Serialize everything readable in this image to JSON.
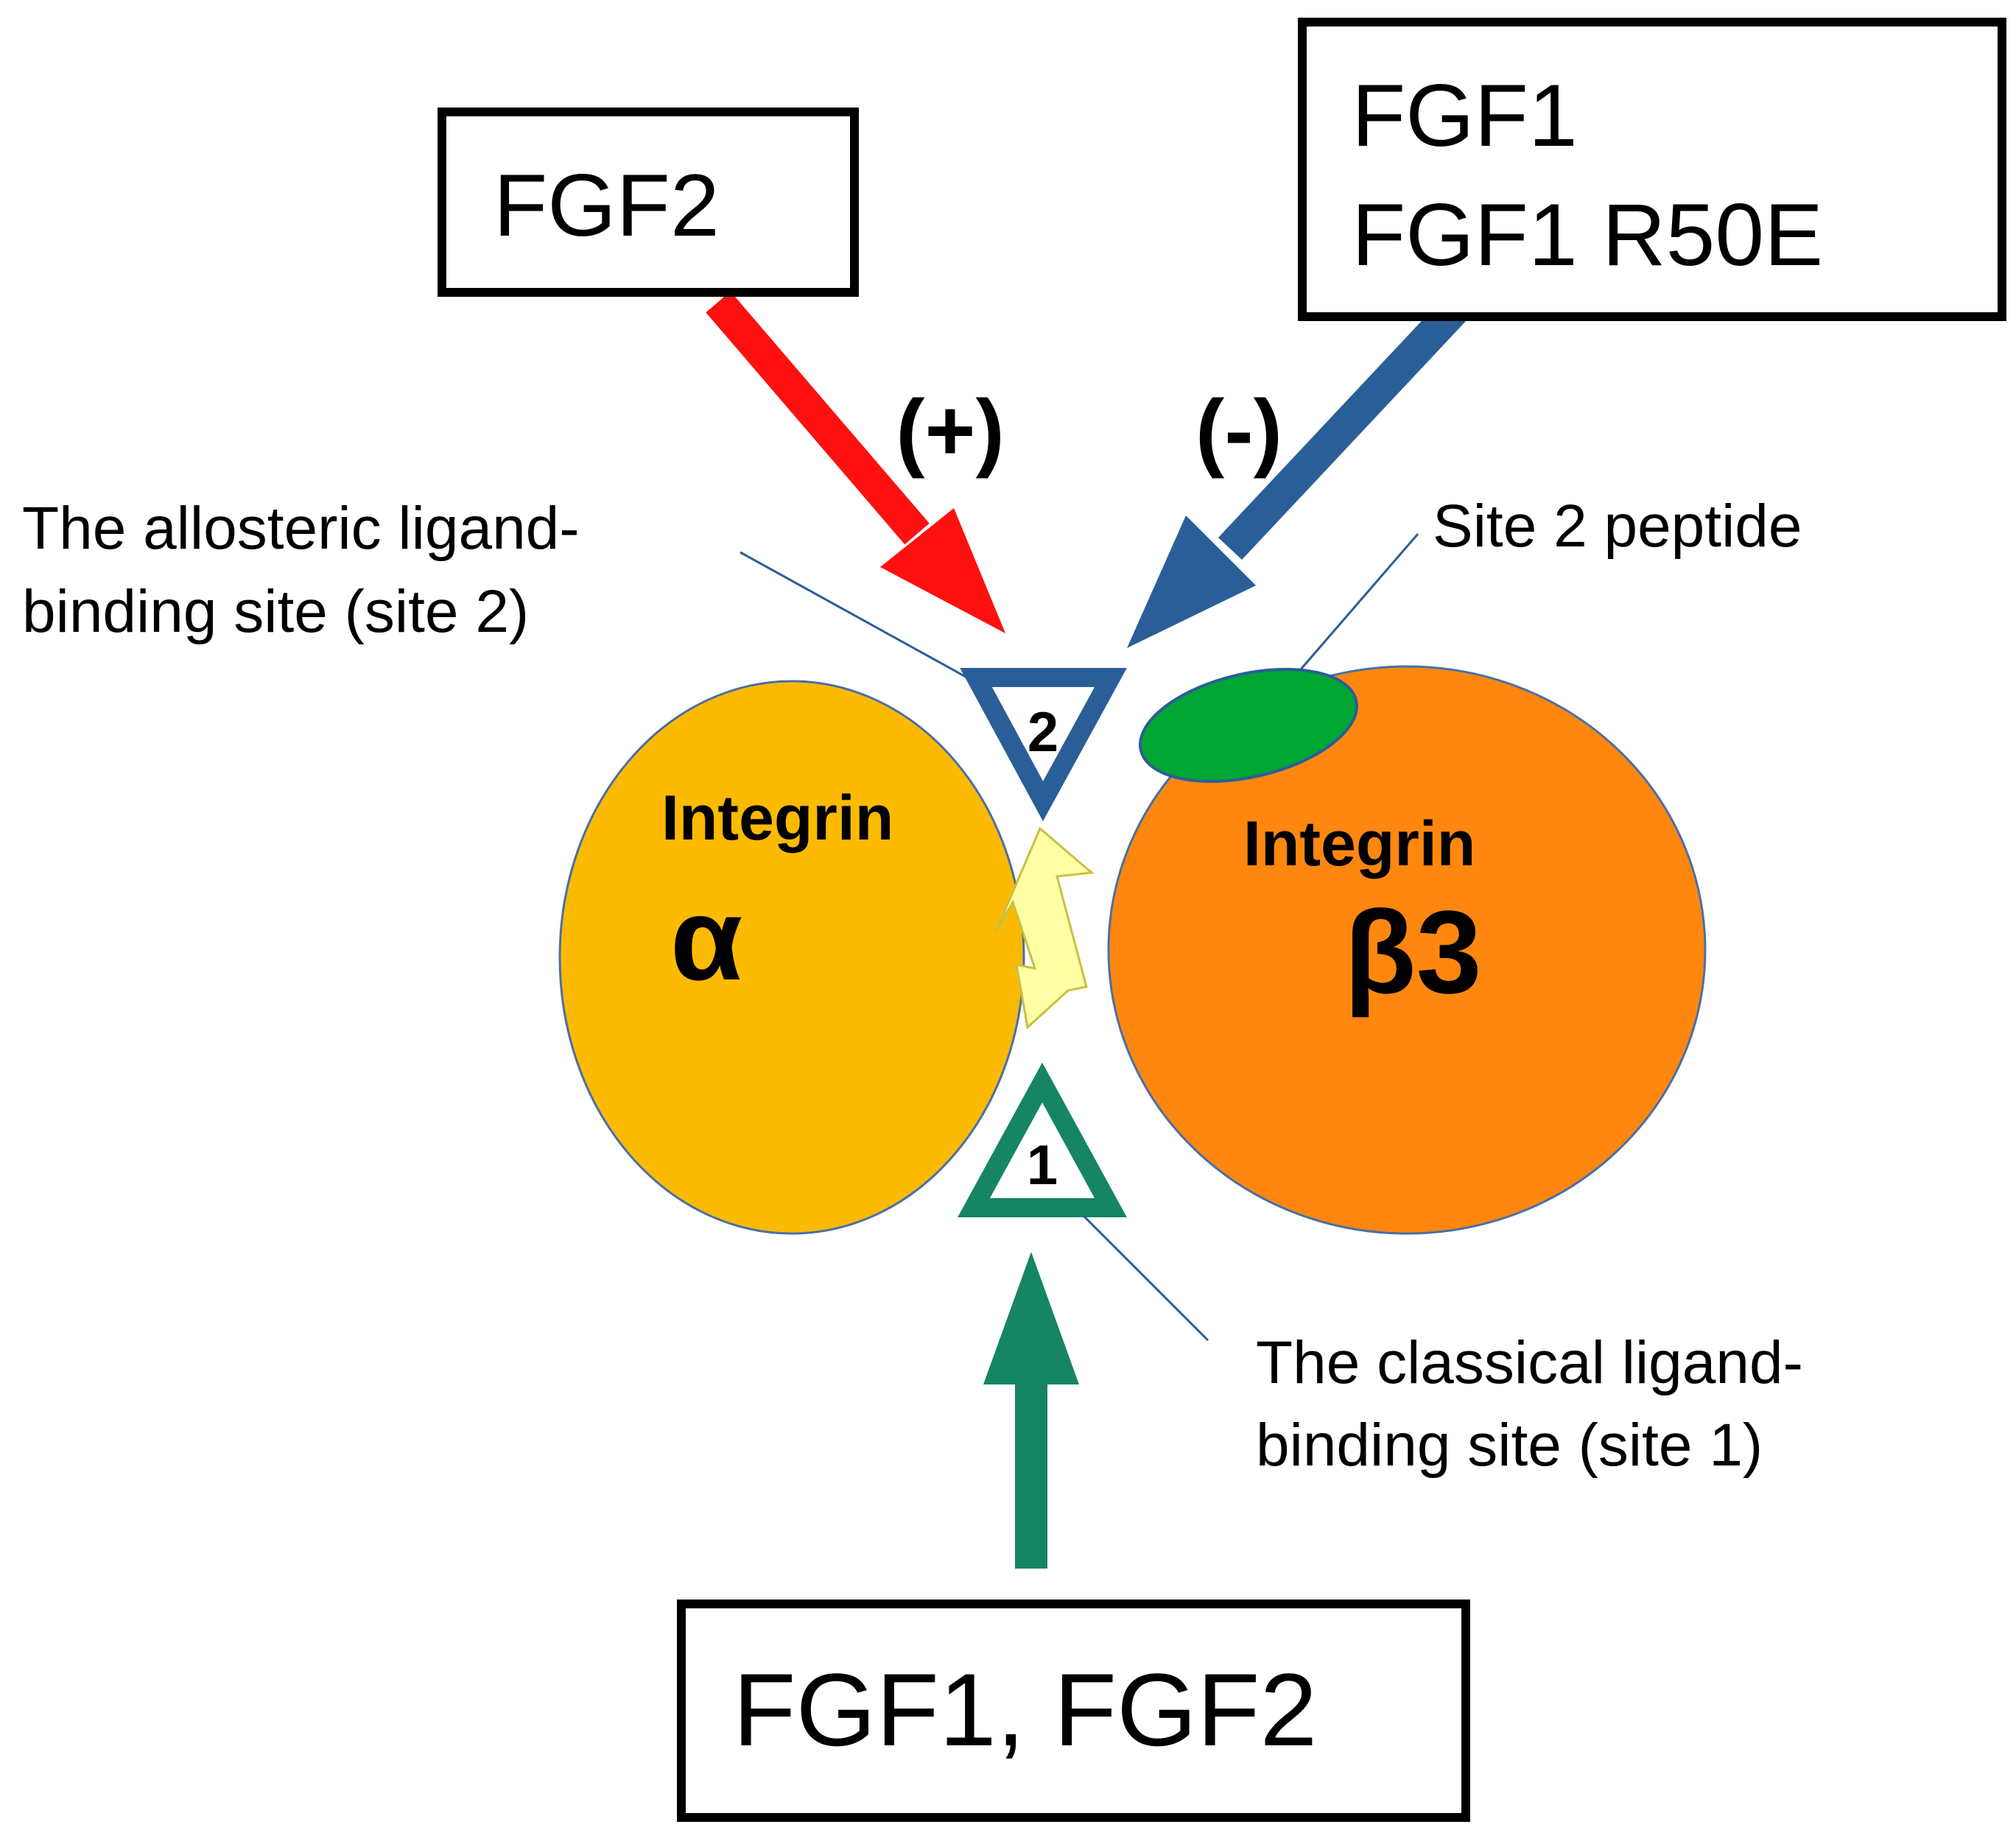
{
  "boxes": {
    "top_left": {
      "line1": "FGF2"
    },
    "top_right": {
      "line1": "FGF1",
      "line2": "FGF1 R50E"
    },
    "bottom": {
      "line1": "FGF1, FGF2"
    }
  },
  "signs": {
    "positive": "(+)",
    "negative": "(-)"
  },
  "labels": {
    "allosteric_line1": "The allosteric ligand-",
    "allosteric_line2": "binding site (site 2)",
    "site2_peptide": "Site 2 peptide",
    "classical_line1": "The classical ligand-",
    "classical_line2": "binding site (site 1)"
  },
  "subunits": {
    "alpha": {
      "title": "Integrin",
      "greek": "α"
    },
    "beta": {
      "title": "Integrin",
      "greek": "β3"
    }
  },
  "sites": {
    "site1": "1",
    "site2": "2"
  },
  "colors": {
    "alpha": "#FDBA02",
    "beta": "#FF870F",
    "peptide": "#00A633",
    "activation_arrow": "#FF1010",
    "inhibition_arrow": "#2A5E98",
    "site1": "#158564",
    "site2": "#2A5E98",
    "signal": "#FFFFA6"
  }
}
